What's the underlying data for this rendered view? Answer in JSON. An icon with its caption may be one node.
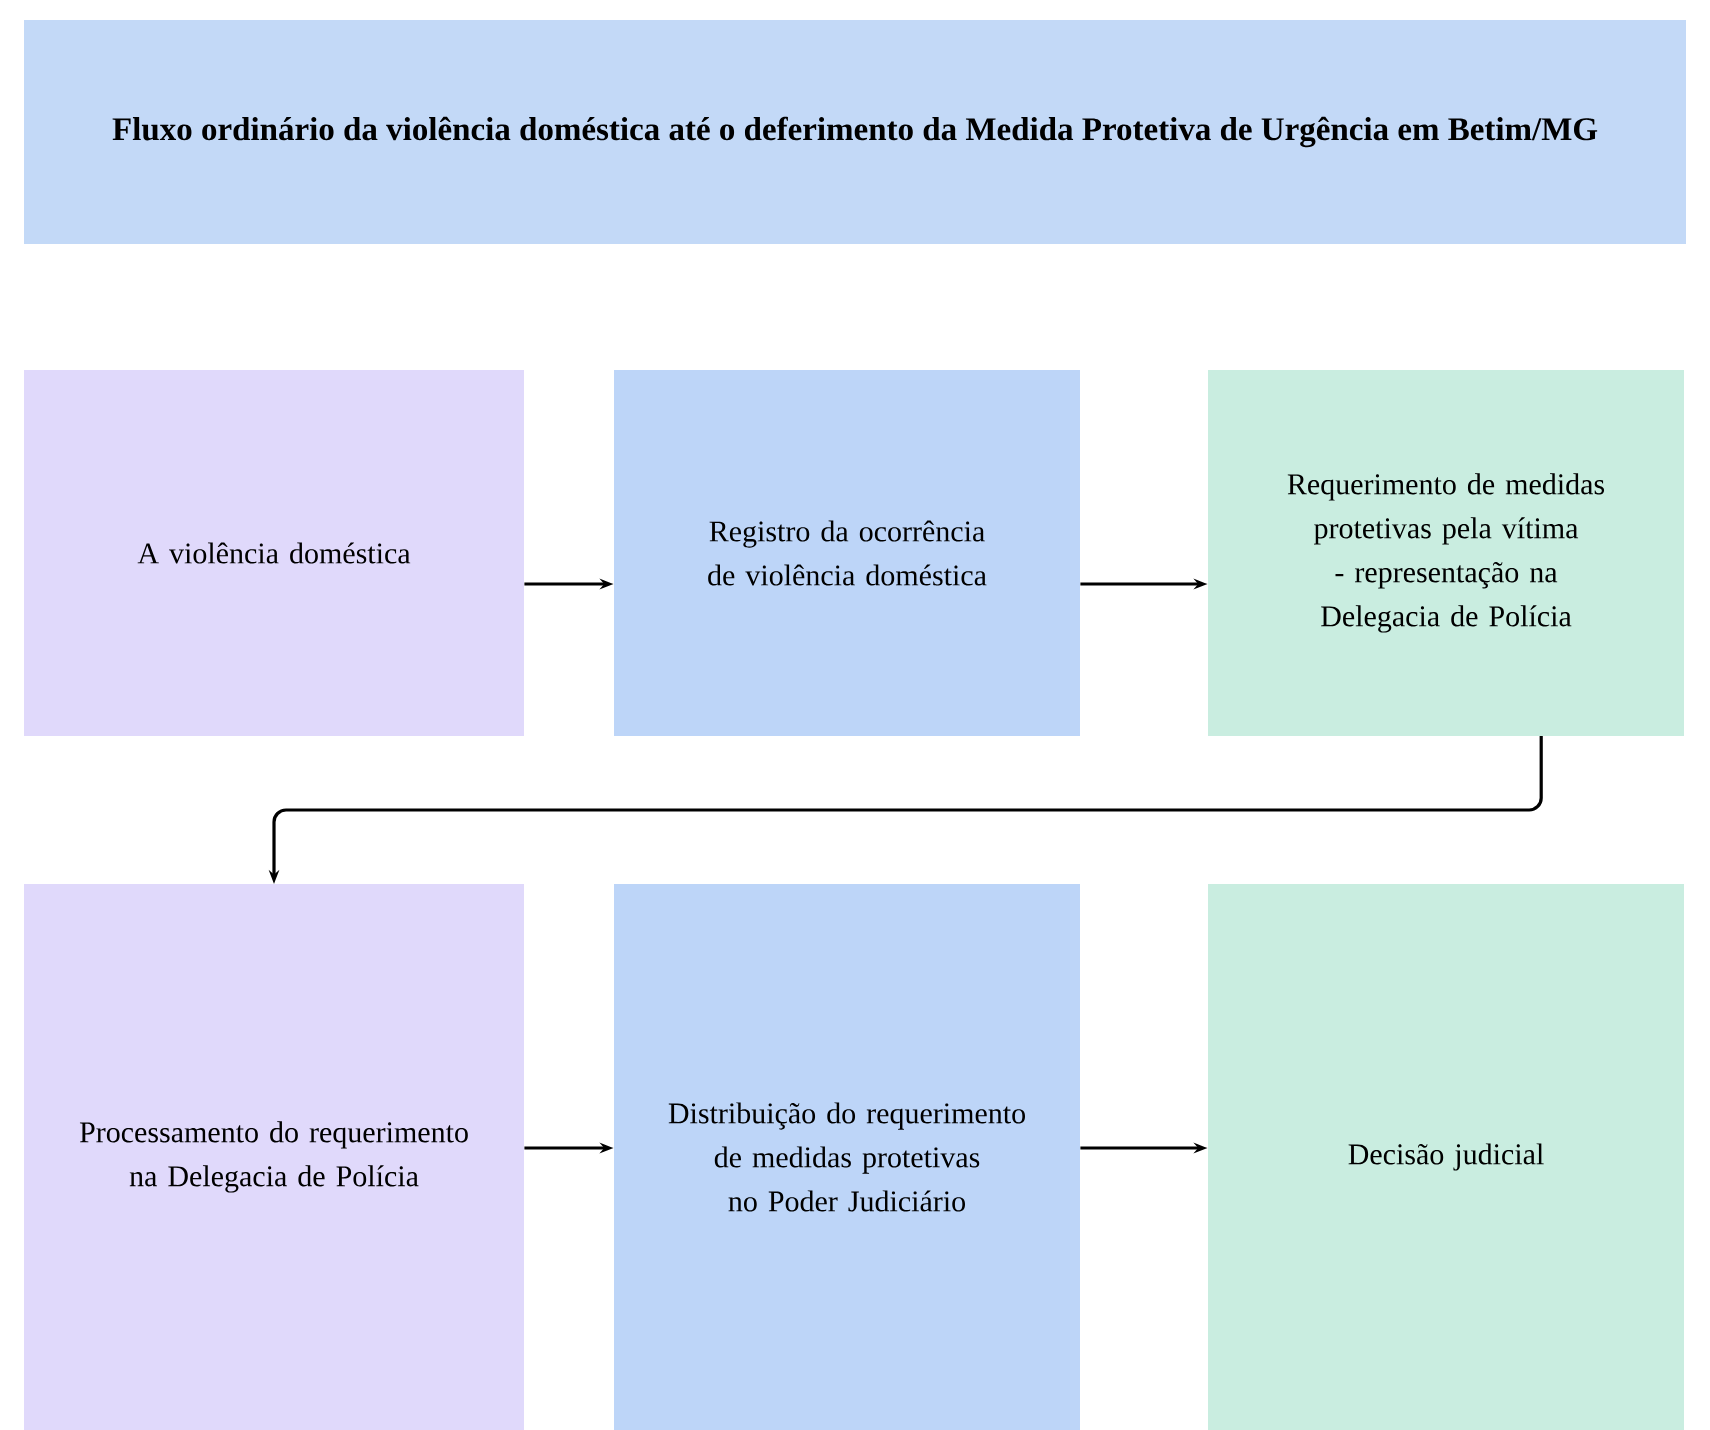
{
  "diagram": {
    "title": "Fluxo ordinário da violência doméstica até o deferimento da Medida Protetiva de Urgência em Betim/MG",
    "nodes": [
      {
        "text": [
          "A violência doméstica"
        ]
      },
      {
        "text": [
          "Registro da ocorrência de violência doméstica"
        ]
      },
      {
        "text": [
          "Requerimento de medidas protetivas pela vítima - representação na Delegacia de Polícia"
        ]
      },
      {
        "text": [
          "Processamento do requerimento na Delegacia de Polícia"
        ]
      },
      {
        "text": [
          "Distribuição do requerimento de medidas protetivas no Poder Judiciário"
        ]
      },
      {
        "text": [
          "Decisão judicial"
        ]
      }
    ],
    "edges": [
      {
        "from": 0,
        "to": 1,
        "arrow": "to"
      },
      {
        "from": 1,
        "to": 2,
        "arrow": "to"
      },
      {
        "from": 2,
        "to": 3,
        "arrow": "to"
      },
      {
        "from": 3,
        "to": 4,
        "arrow": "to"
      },
      {
        "from": 4,
        "to": 5,
        "arrow": "to"
      }
    ]
  }
}
